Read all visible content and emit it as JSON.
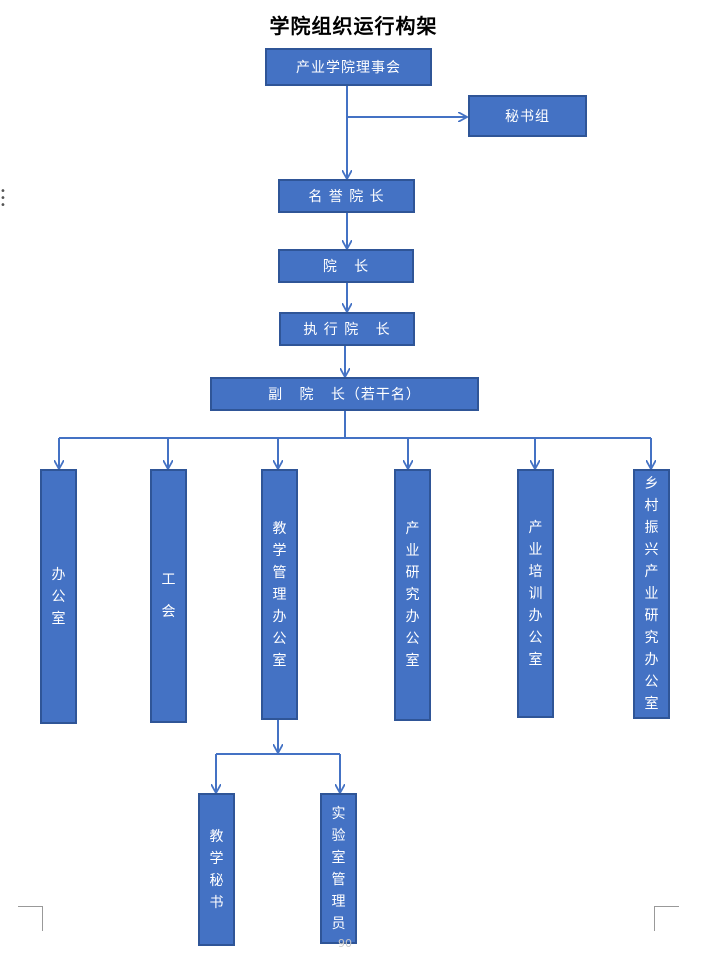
{
  "title": "学院组织运行构架",
  "nodes": {
    "council": "产业学院理事会",
    "secretary_group": "秘书组",
    "honorary_dean": "名 誉 院 长",
    "dean": "院   长",
    "executive_dean": "执 行 院   长",
    "vice_dean": "副   院   长（若干名）",
    "office": "办公室",
    "union": "工 会",
    "teaching_office": "教学管理办公室",
    "research_office": "产业研究办公室",
    "training_office": "产业培训办公室",
    "rural_office": "乡村振兴产业研究办公室",
    "teaching_secretary": "教学秘书",
    "lab_manager": "实验室管理员"
  },
  "page_number": "90",
  "colors": {
    "box_fill": "#4472c4",
    "box_border": "#2f5597",
    "line": "#4472c4"
  }
}
